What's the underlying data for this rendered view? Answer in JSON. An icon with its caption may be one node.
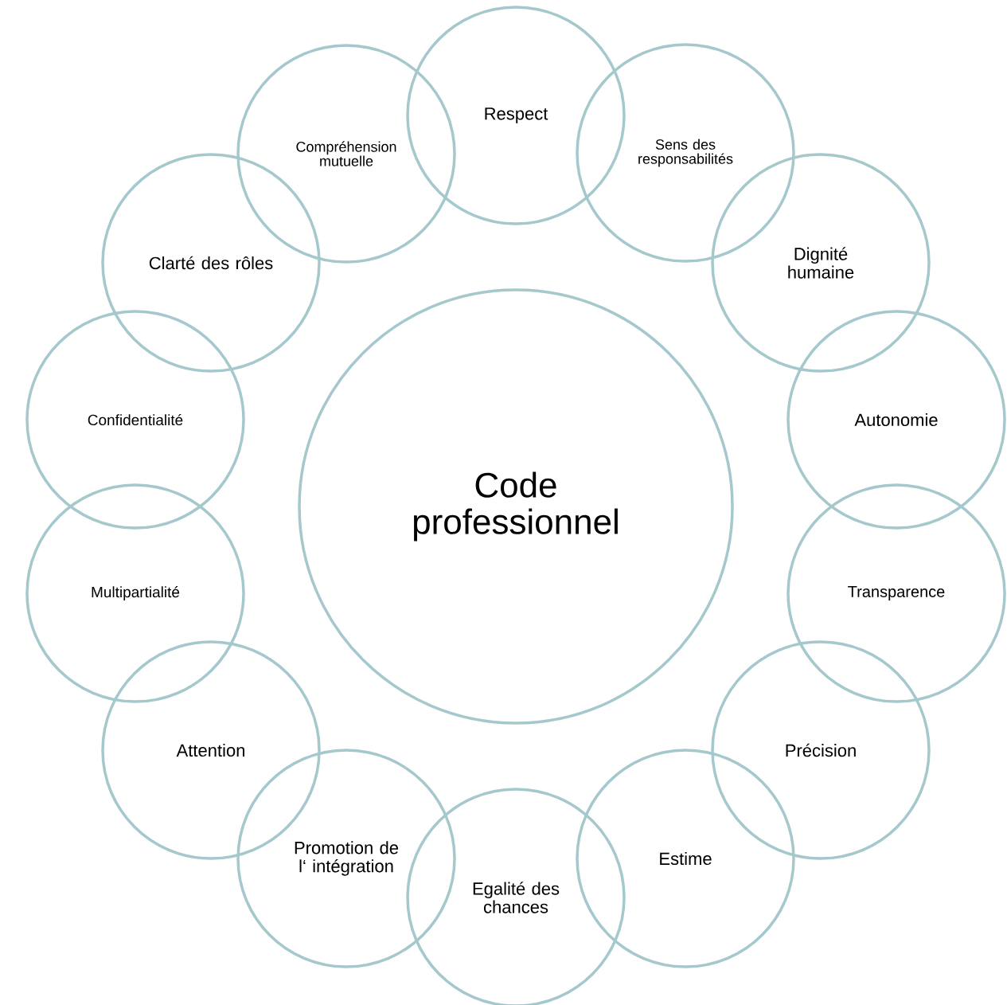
{
  "diagram": {
    "nodes": [
      {
        "text": [
          "Code professionnel"
        ]
      },
      {
        "text": [
          "Respect"
        ]
      },
      {
        "text": [
          "Sens des responsabilités"
        ]
      },
      {
        "text": [
          "Dignité humaine"
        ]
      },
      {
        "text": [
          "Autonomie"
        ]
      },
      {
        "text": [
          "Transparence"
        ]
      },
      {
        "text": [
          "Précision"
        ]
      },
      {
        "text": [
          "Estime"
        ]
      },
      {
        "text": [
          "Egalité des chances"
        ]
      },
      {
        "text": [
          "Promotion de l‘ intégration"
        ]
      },
      {
        "text": [
          "Attention"
        ]
      },
      {
        "text": [
          "Multipartialité"
        ]
      },
      {
        "text": [
          "Confidentialité"
        ]
      },
      {
        "text": [
          "Clarté des rôles"
        ]
      },
      {
        "text": [
          "Compréhension mutuelle"
        ]
      }
    ]
  }
}
